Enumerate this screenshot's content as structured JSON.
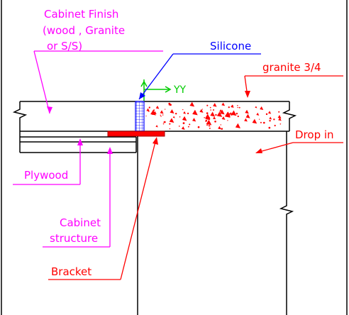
{
  "labels": {
    "cabinet_finish": [
      "Cabinet  Finish",
      "(wood  ,  Granite",
      "or  S/S)"
    ],
    "silicone": "Silicone",
    "granite": "granite  3/4",
    "yy": "YY",
    "drop_in": "Drop  in",
    "plywood": "Plywood",
    "cabinet_structure": [
      "Cabinet",
      "structure"
    ],
    "bracket": "Bracket"
  },
  "colors": {
    "outline": "#000000",
    "magenta": "#ff00ff",
    "blue": "#0000ff",
    "red": "#ff0000",
    "green": "#00cc00",
    "granite_speckle": "#ff0000"
  }
}
